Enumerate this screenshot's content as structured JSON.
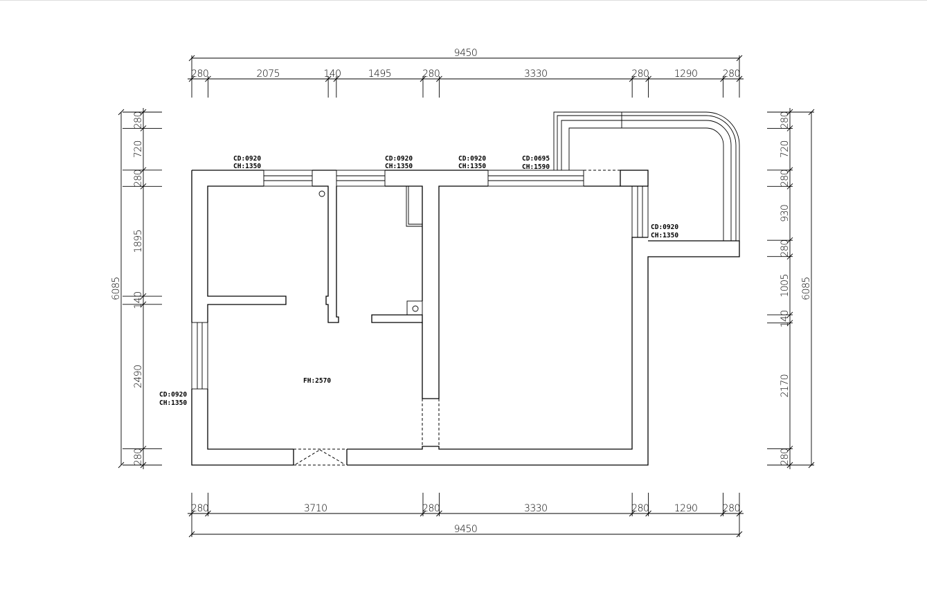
{
  "dimensions": {
    "top_total": "9450",
    "top_segments": [
      "280",
      "2075",
      "140",
      "1495",
      "280",
      "3330",
      "280",
      "1290",
      "280"
    ],
    "bottom_segments": [
      "280",
      "3710",
      "280",
      "3330",
      "280",
      "1290",
      "280"
    ],
    "bottom_total": "9450",
    "left_total": "6085",
    "left_segments": [
      "280",
      "720",
      "280",
      "1895",
      "140",
      "2490",
      "280"
    ],
    "right_total": "6085",
    "right_segments": [
      "280",
      "720",
      "280",
      "930",
      "280",
      "1005",
      "140",
      "2170",
      "280"
    ]
  },
  "labels": {
    "win1": {
      "cd": "CD:0920",
      "ch": "CH:1350"
    },
    "win2": {
      "cd": "CD:0920",
      "ch": "CH:1350"
    },
    "win3": {
      "cd": "CD:0920",
      "ch": "CH:1350"
    },
    "win4": {
      "cd": "CD:0695",
      "ch": "CH:1590"
    },
    "win5": {
      "cd": "CD:0920",
      "ch": "CH:1350"
    },
    "win6": {
      "cd": "CD:0920",
      "ch": "CH:1350"
    },
    "floor_height": "FH:2570"
  }
}
